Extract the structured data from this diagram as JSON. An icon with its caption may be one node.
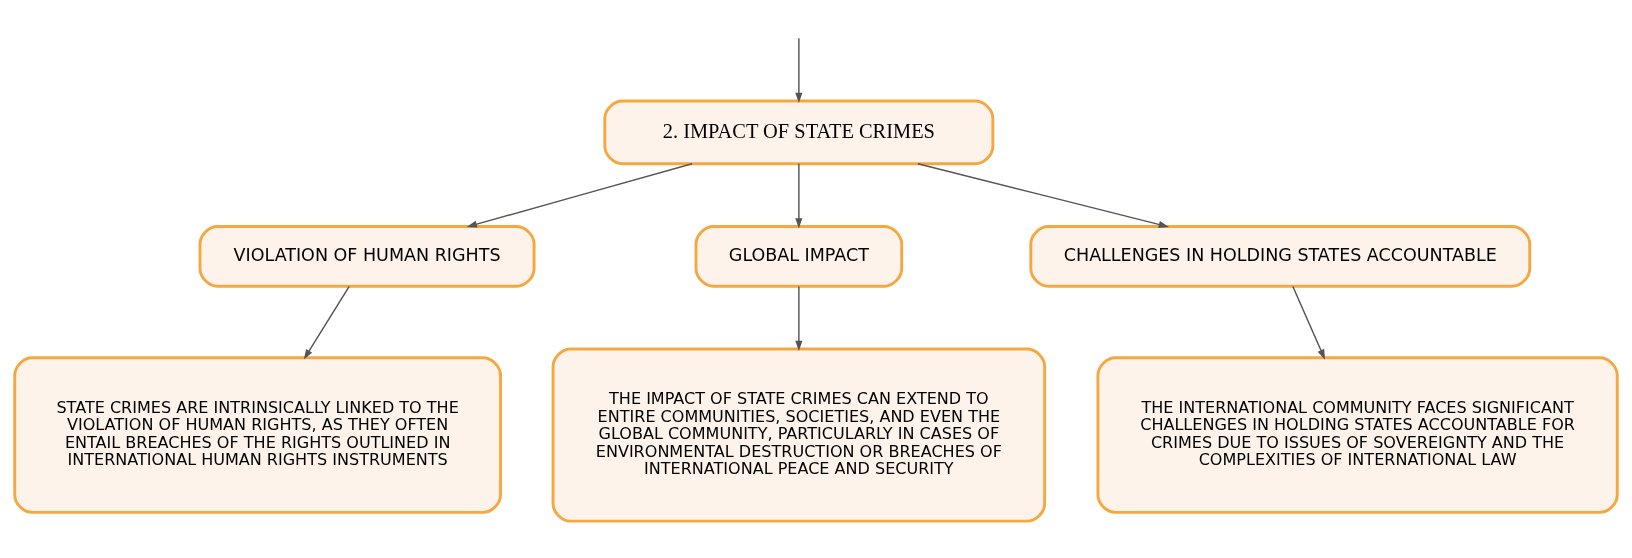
{
  "diagram": {
    "nodes": [
      {
        "text": [
          "2. IMPACT OF STATE CRIMES"
        ]
      },
      {
        "text": [
          "VIOLATION OF HUMAN RIGHTS"
        ]
      },
      {
        "text": [
          "GLOBAL IMPACT"
        ]
      },
      {
        "text": [
          "CHALLENGES IN HOLDING STATES ACCOUNTABLE"
        ]
      },
      {
        "text": [
          "STATE CRIMES ARE INTRINSICALLY LINKED TO THE VIOLATION OF HUMAN RIGHTS, AS THEY OFTEN ENTAIL BREACHES OF THE RIGHTS OUTLINED IN INTERNATIONAL HUMAN RIGHTS INSTRUMENTS"
        ]
      },
      {
        "text": [
          "THE IMPACT OF STATE CRIMES CAN EXTEND TO ENTIRE COMMUNITIES, SOCIETIES, AND EVEN THE GLOBAL COMMUNITY, PARTICULARLY IN CASES OF ENVIRONMENTAL DESTRUCTION OR BREACHES OF INTERNATIONAL PEACE AND SECURITY"
        ]
      },
      {
        "text": [
          "THE INTERNATIONAL COMMUNITY FACES SIGNIFICANT CHALLENGES IN HOLDING STATES ACCOUNTABLE FOR CRIMES DUE TO ISSUES OF SOVEREIGNTY AND THE COMPLEXITIES OF INTERNATIONAL LAW"
        ]
      }
    ],
    "edges": [
      {
        "from": null,
        "to": 0,
        "arrow": "to"
      },
      {
        "from": 0,
        "to": 1,
        "arrow": "to"
      },
      {
        "from": 0,
        "to": 2,
        "arrow": "to"
      },
      {
        "from": 0,
        "to": 3,
        "arrow": "to"
      },
      {
        "from": 1,
        "to": 4,
        "arrow": "to"
      },
      {
        "from": 2,
        "to": 5,
        "arrow": "to"
      },
      {
        "from": 3,
        "to": 6,
        "arrow": "to"
      }
    ]
  }
}
